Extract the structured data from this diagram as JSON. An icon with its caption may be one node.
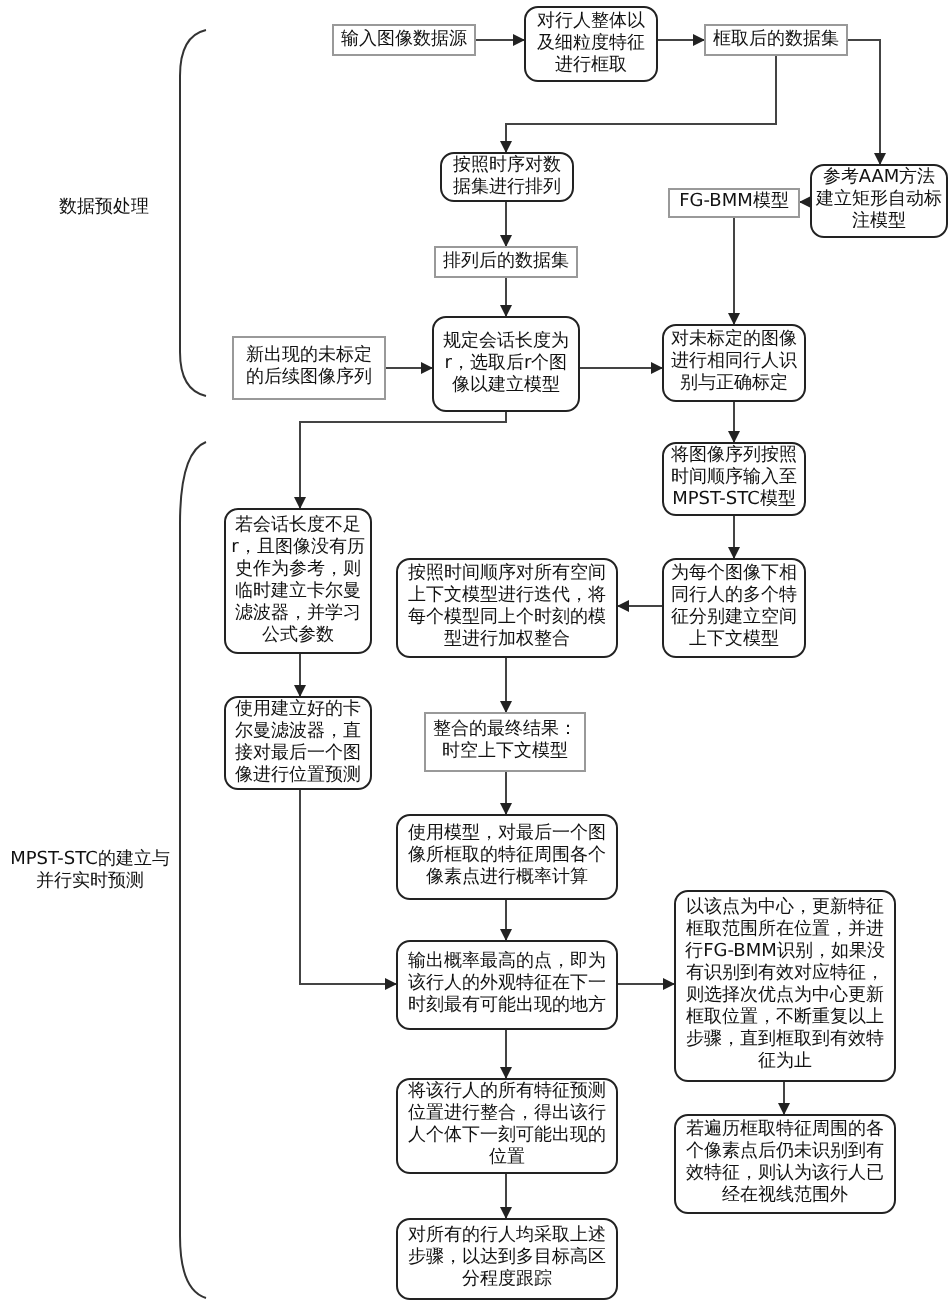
{
  "diagram": {
    "nodes": [
      {
        "text": [
          "输入图像数据源"
        ]
      },
      {
        "text": [
          "对行人整体以及细粒度特征进行框取"
        ]
      },
      {
        "text": [
          "框取后的数据集"
        ]
      },
      {
        "text": [
          "按照时序对数据集进行排列"
        ]
      },
      {
        "text": [
          "参考AAM方法建立矩形自动标注模型"
        ]
      },
      {
        "text": [
          "FG-BMM模型"
        ]
      },
      {
        "text": [
          "排列后的数据集"
        ]
      },
      {
        "text": [
          "新出现的未标定的后续图像序列"
        ]
      },
      {
        "text": [
          "规定会话长度为r，选取后r个图像以建立模型"
        ]
      },
      {
        "text": [
          "对未标定的图像进行相同行人识别与正确标定"
        ]
      },
      {
        "text": [
          "将图像序列按照时间顺序输入至MPST-STC模型"
        ]
      },
      {
        "text": [
          "若会话长度不足r，且图像没有历史作为参考，则临时建立卡尔曼滤波器，并学习公式参数"
        ]
      },
      {
        "text": [
          "按照时间顺序对所有空间上下文模型进行迭代，将每个模型同上个时刻的模型进行加权整合"
        ]
      },
      {
        "text": [
          "为每个图像下相同行人的多个特征分别建立空间上下文模型"
        ]
      },
      {
        "text": [
          "使用建立好的卡尔曼滤波器，直接对最后一个图像进行位置预测"
        ]
      },
      {
        "text": [
          "整合的最终结果：时空上下文模型"
        ]
      },
      {
        "text": [
          "使用模型，对最后一个图像所框取的特征周围各个像素点进行概率计算"
        ]
      },
      {
        "text": [
          "输出概率最高的点，即为该行人的外观特征在下一时刻最有可能出现的地方"
        ]
      },
      {
        "text": [
          "以该点为中心，更新特征框取范围所在位置，并进行FG-BMM识别，如果没有识别到有效对应特征，则选择次优点为中心更新框取位置，不断重复以上步骤，直到框取到有效特征为止"
        ]
      },
      {
        "text": [
          "将该行人的所有特征预测位置进行整合，得出该行人个体下一刻可能出现的位置"
        ]
      },
      {
        "text": [
          "若遍历框取特征周围的各个像素点后仍未识别到有效特征，则认为该行人已经在视线范围外"
        ]
      },
      {
        "text": [
          "对所有的行人均采取上述步骤，以达到多目标高区分程度跟踪"
        ]
      }
    ],
    "edges": [
      {
        "from": 0,
        "to": 1,
        "arrow": "to"
      },
      {
        "from": 1,
        "to": 2,
        "arrow": "to"
      },
      {
        "from": 2,
        "to": 3,
        "arrow": "to"
      },
      {
        "from": 2,
        "to": 4,
        "arrow": "to"
      },
      {
        "from": 4,
        "to": 5,
        "arrow": "to"
      },
      {
        "from": 3,
        "to": 6,
        "arrow": "to"
      },
      {
        "from": 6,
        "to": 8,
        "arrow": "to"
      },
      {
        "from": 7,
        "to": 8,
        "arrow": "to"
      },
      {
        "from": 8,
        "to": 9,
        "arrow": "to"
      },
      {
        "from": 5,
        "to": 9,
        "arrow": "to"
      },
      {
        "from": 9,
        "to": 10,
        "arrow": "to"
      },
      {
        "from": 10,
        "to": 13,
        "arrow": "to"
      },
      {
        "from": 13,
        "to": 12,
        "arrow": "to"
      },
      {
        "from": 8,
        "to": 11,
        "arrow": "to"
      },
      {
        "from": 11,
        "to": 14,
        "arrow": "to"
      },
      {
        "from": 12,
        "to": 15,
        "arrow": "to"
      },
      {
        "from": 15,
        "to": 16,
        "arrow": "to"
      },
      {
        "from": 16,
        "to": 17,
        "arrow": "to"
      },
      {
        "from": 14,
        "to": 17,
        "arrow": "to"
      },
      {
        "from": 17,
        "to": 18,
        "arrow": "to"
      },
      {
        "from": 17,
        "to": 19,
        "arrow": "to"
      },
      {
        "from": 18,
        "to": 20,
        "arrow": "to"
      },
      {
        "from": 19,
        "to": 21,
        "arrow": "to"
      }
    ],
    "labels": [
      "数据预处理",
      "MPST-STC的建立与并行实时预测"
    ]
  }
}
